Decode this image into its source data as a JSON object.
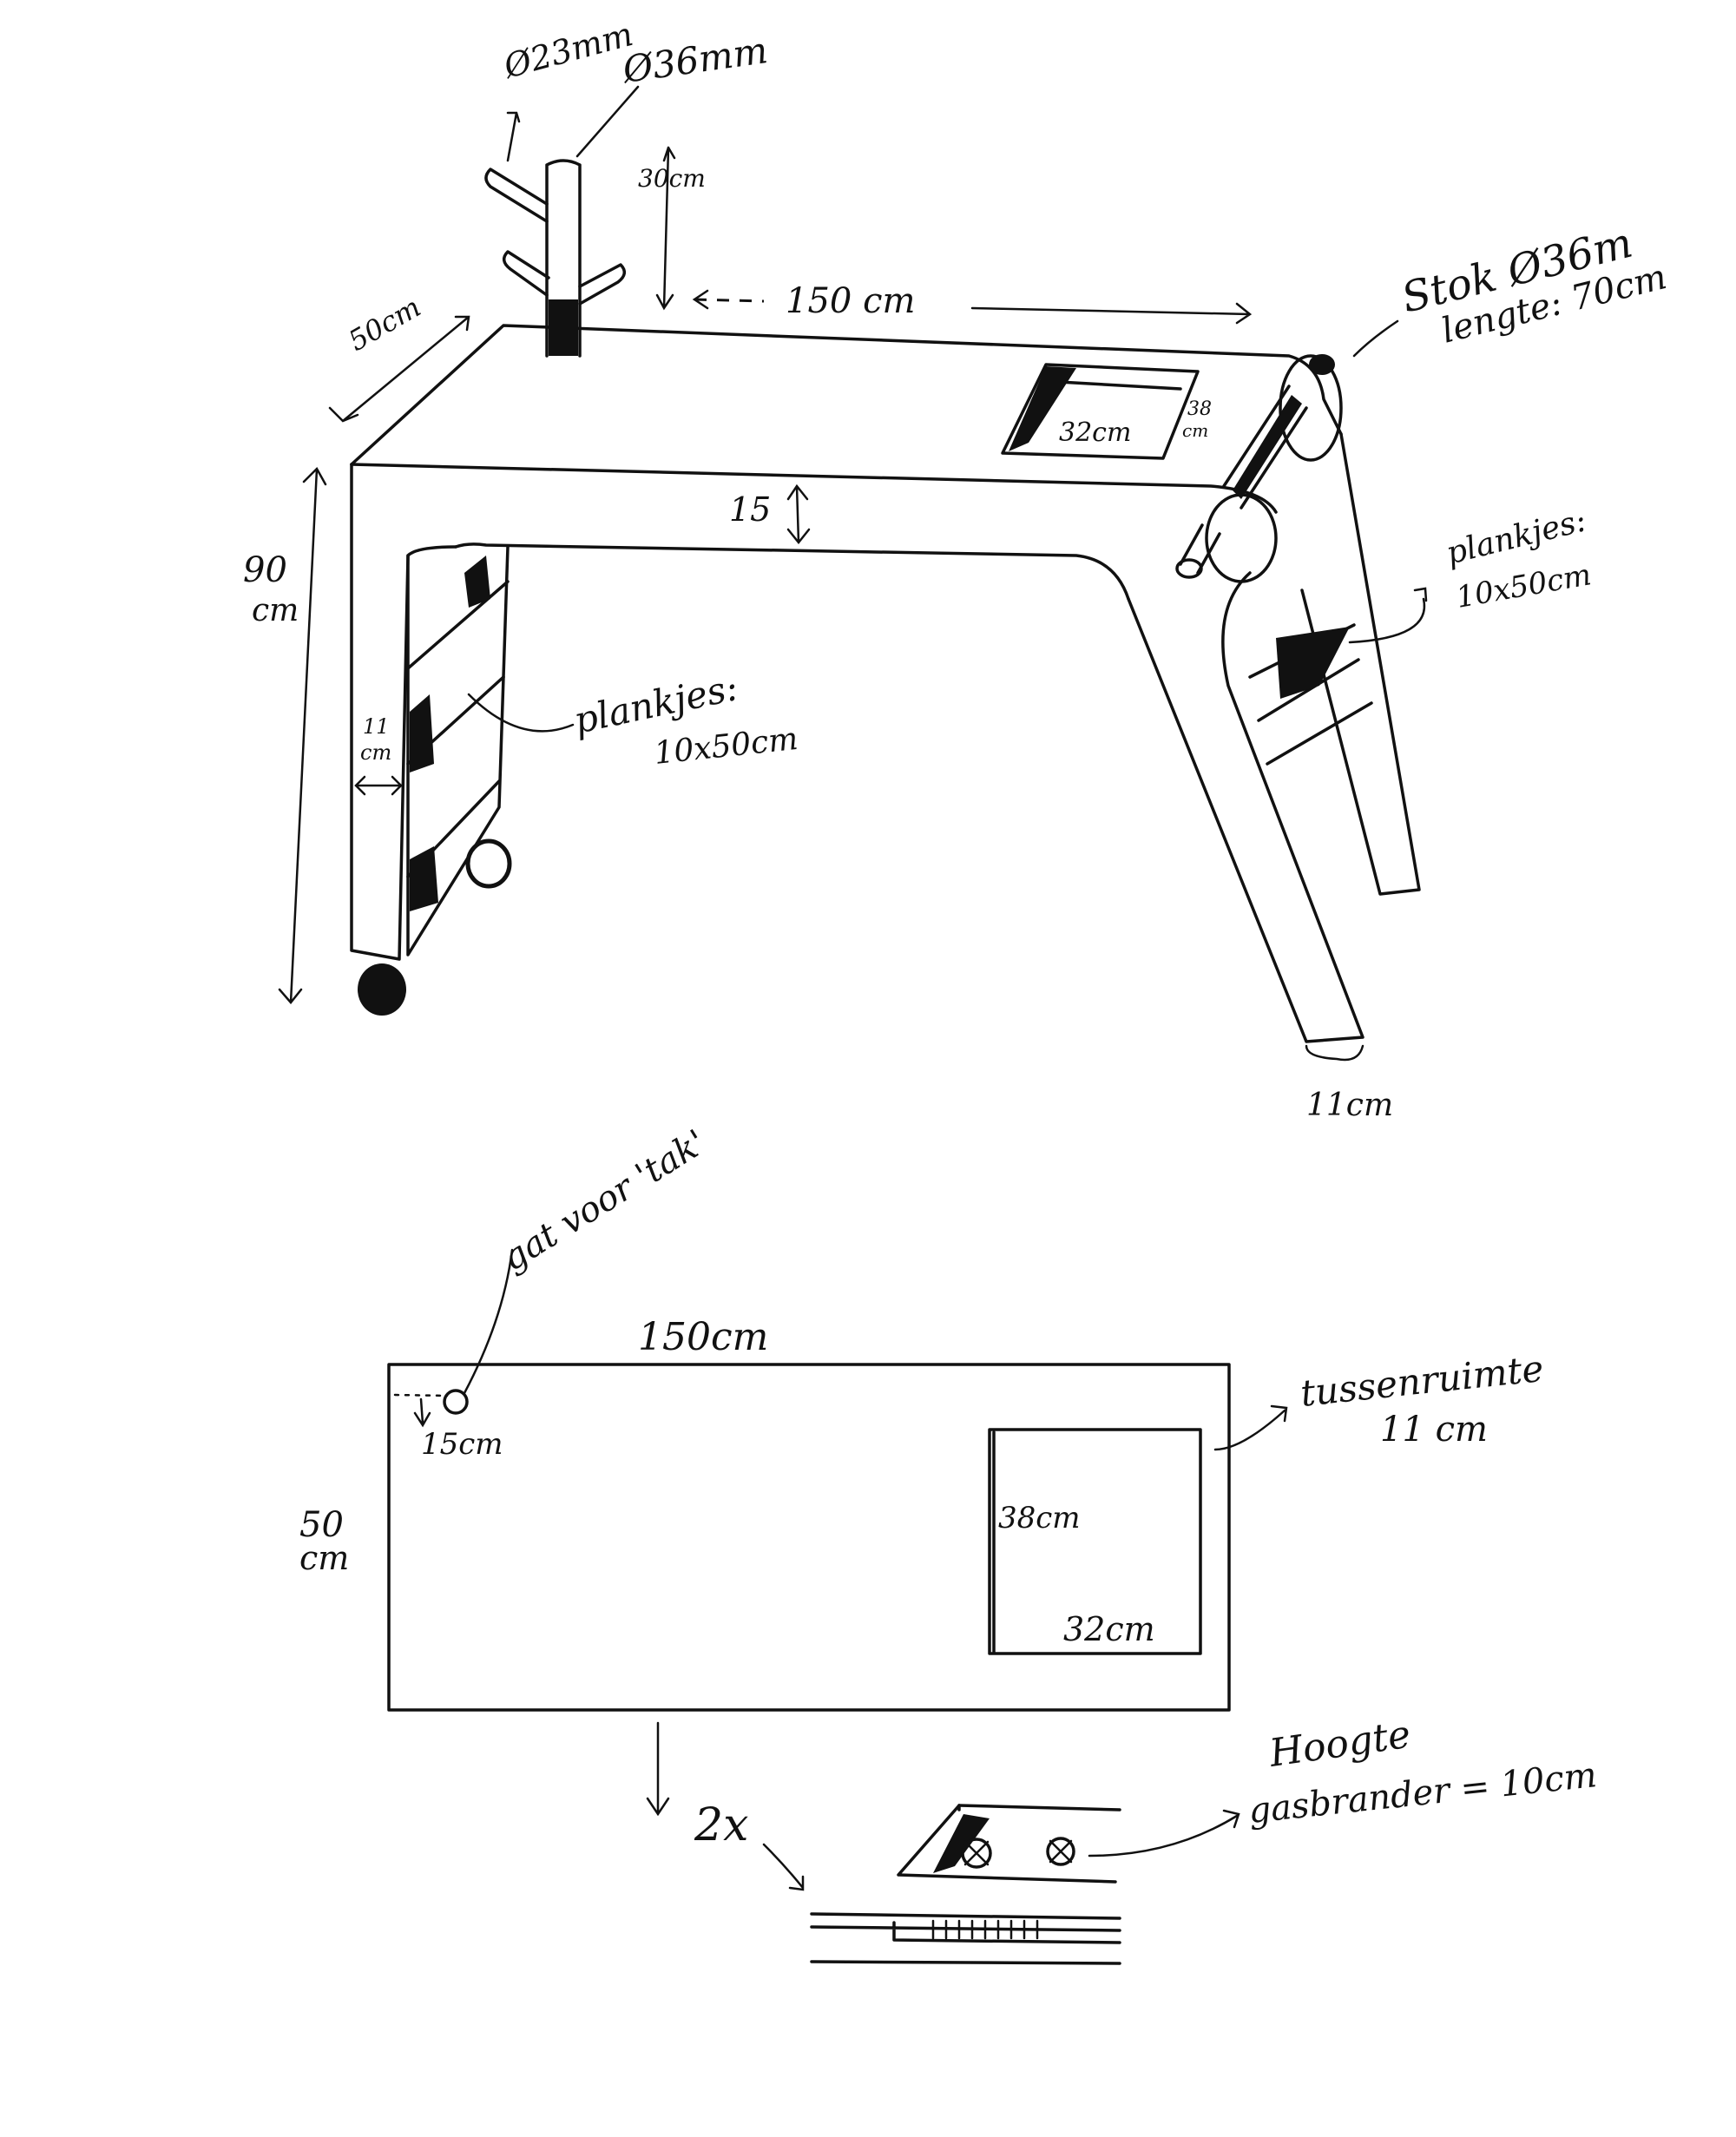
{
  "top_view": {
    "hook_small_diameter": "Ø23mm",
    "post_diameter": "Ø36mm",
    "post_height": "30cm",
    "width_150": "150 cm",
    "depth_50": "50cm",
    "height_90": "90",
    "height_90_unit": "cm",
    "apron_15": "15",
    "hole_width": "32cm",
    "hole_depth": "38",
    "hole_depth_unit": "cm",
    "stick_line1": "Stok Ø36m",
    "stick_line2": "lengte: 70cm",
    "shelves_right_1": "plankjes:",
    "shelves_right_2": "10x50cm",
    "shelves_left_1": "plankjes:",
    "shelves_left_2": "10x50cm",
    "leg_gap": "11",
    "leg_gap_unit": "cm",
    "leg_width": "11cm"
  },
  "plan_view": {
    "hole_note": "gat voor 'tak'",
    "width": "150cm",
    "depth_1": "50",
    "depth_2": "cm",
    "hole_offset": "15cm",
    "spacing_1": "tussenruimte",
    "spacing_2": "11 cm",
    "cut_depth": "38cm",
    "cut_width": "32cm"
  },
  "detail_view": {
    "multiplier": "2x",
    "burner_line1": "Hoogte",
    "burner_line2": "gasbrander = 10cm"
  }
}
